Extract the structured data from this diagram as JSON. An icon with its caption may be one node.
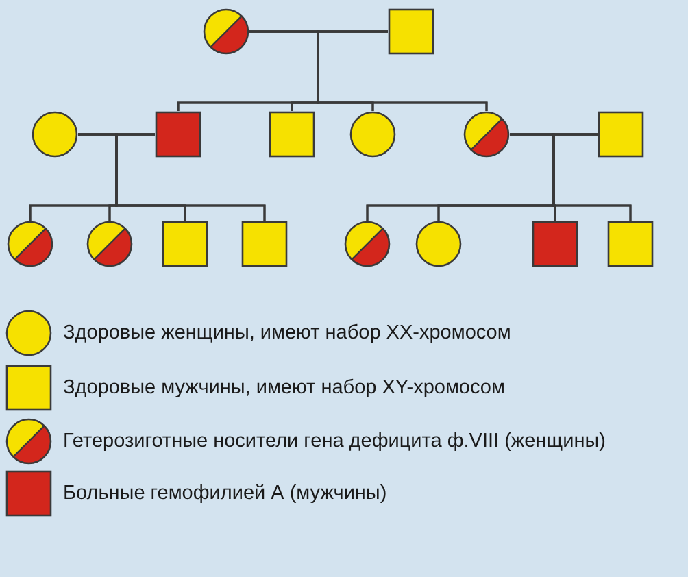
{
  "diagram": {
    "nodes": [
      {
        "text": [],
        "shape": "circle"
      },
      {
        "text": [],
        "shape": "box"
      },
      {
        "text": [],
        "shape": "circle"
      },
      {
        "text": [],
        "shape": "box"
      },
      {
        "text": [],
        "shape": "box"
      },
      {
        "text": [],
        "shape": "circle"
      },
      {
        "text": [],
        "shape": "circle"
      },
      {
        "text": [],
        "shape": "box"
      },
      {
        "text": [],
        "shape": "circle"
      },
      {
        "text": [],
        "shape": "circle"
      },
      {
        "text": [],
        "shape": "box"
      },
      {
        "text": [],
        "shape": "box"
      },
      {
        "text": [],
        "shape": "circle"
      },
      {
        "text": [],
        "shape": "circle"
      },
      {
        "text": [],
        "shape": "box"
      },
      {
        "text": [],
        "shape": "box"
      }
    ],
    "edges": [
      {
        "from": 0,
        "to": 1,
        "arrow": "none"
      },
      {
        "from": 0,
        "to": 3,
        "arrow": "none"
      },
      {
        "from": 1,
        "to": 3,
        "arrow": "none"
      },
      {
        "from": 0,
        "to": 4,
        "arrow": "none"
      },
      {
        "from": 1,
        "to": 4,
        "arrow": "none"
      },
      {
        "from": 0,
        "to": 5,
        "arrow": "none"
      },
      {
        "from": 1,
        "to": 5,
        "arrow": "none"
      },
      {
        "from": 0,
        "to": 6,
        "arrow": "none"
      },
      {
        "from": 1,
        "to": 6,
        "arrow": "none"
      },
      {
        "from": 2,
        "to": 3,
        "arrow": "none"
      },
      {
        "from": 2,
        "to": 8,
        "arrow": "none"
      },
      {
        "from": 3,
        "to": 8,
        "arrow": "none"
      },
      {
        "from": 2,
        "to": 9,
        "arrow": "none"
      },
      {
        "from": 3,
        "to": 9,
        "arrow": "none"
      },
      {
        "from": 2,
        "to": 10,
        "arrow": "none"
      },
      {
        "from": 3,
        "to": 10,
        "arrow": "none"
      },
      {
        "from": 2,
        "to": 11,
        "arrow": "none"
      },
      {
        "from": 3,
        "to": 11,
        "arrow": "none"
      },
      {
        "from": 6,
        "to": 7,
        "arrow": "none"
      },
      {
        "from": 6,
        "to": 12,
        "arrow": "none"
      },
      {
        "from": 7,
        "to": 12,
        "arrow": "none"
      },
      {
        "from": 6,
        "to": 13,
        "arrow": "none"
      },
      {
        "from": 7,
        "to": 13,
        "arrow": "none"
      },
      {
        "from": 6,
        "to": 14,
        "arrow": "none"
      },
      {
        "from": 7,
        "to": 14,
        "arrow": "none"
      },
      {
        "from": 6,
        "to": 15,
        "arrow": "none"
      },
      {
        "from": 7,
        "to": 15,
        "arrow": "none"
      }
    ],
    "legend": [
      {
        "text": "Здоровые женщины, имеют набор XX-хромосом"
      },
      {
        "text": "Здоровые мужчины, имеют набор XY-хромосом"
      },
      {
        "text": "Гетерозиготные носители гена дефицита ф.VIII (женщины)"
      },
      {
        "text": "Больные гемофилией А (мужчины)"
      }
    ]
  }
}
